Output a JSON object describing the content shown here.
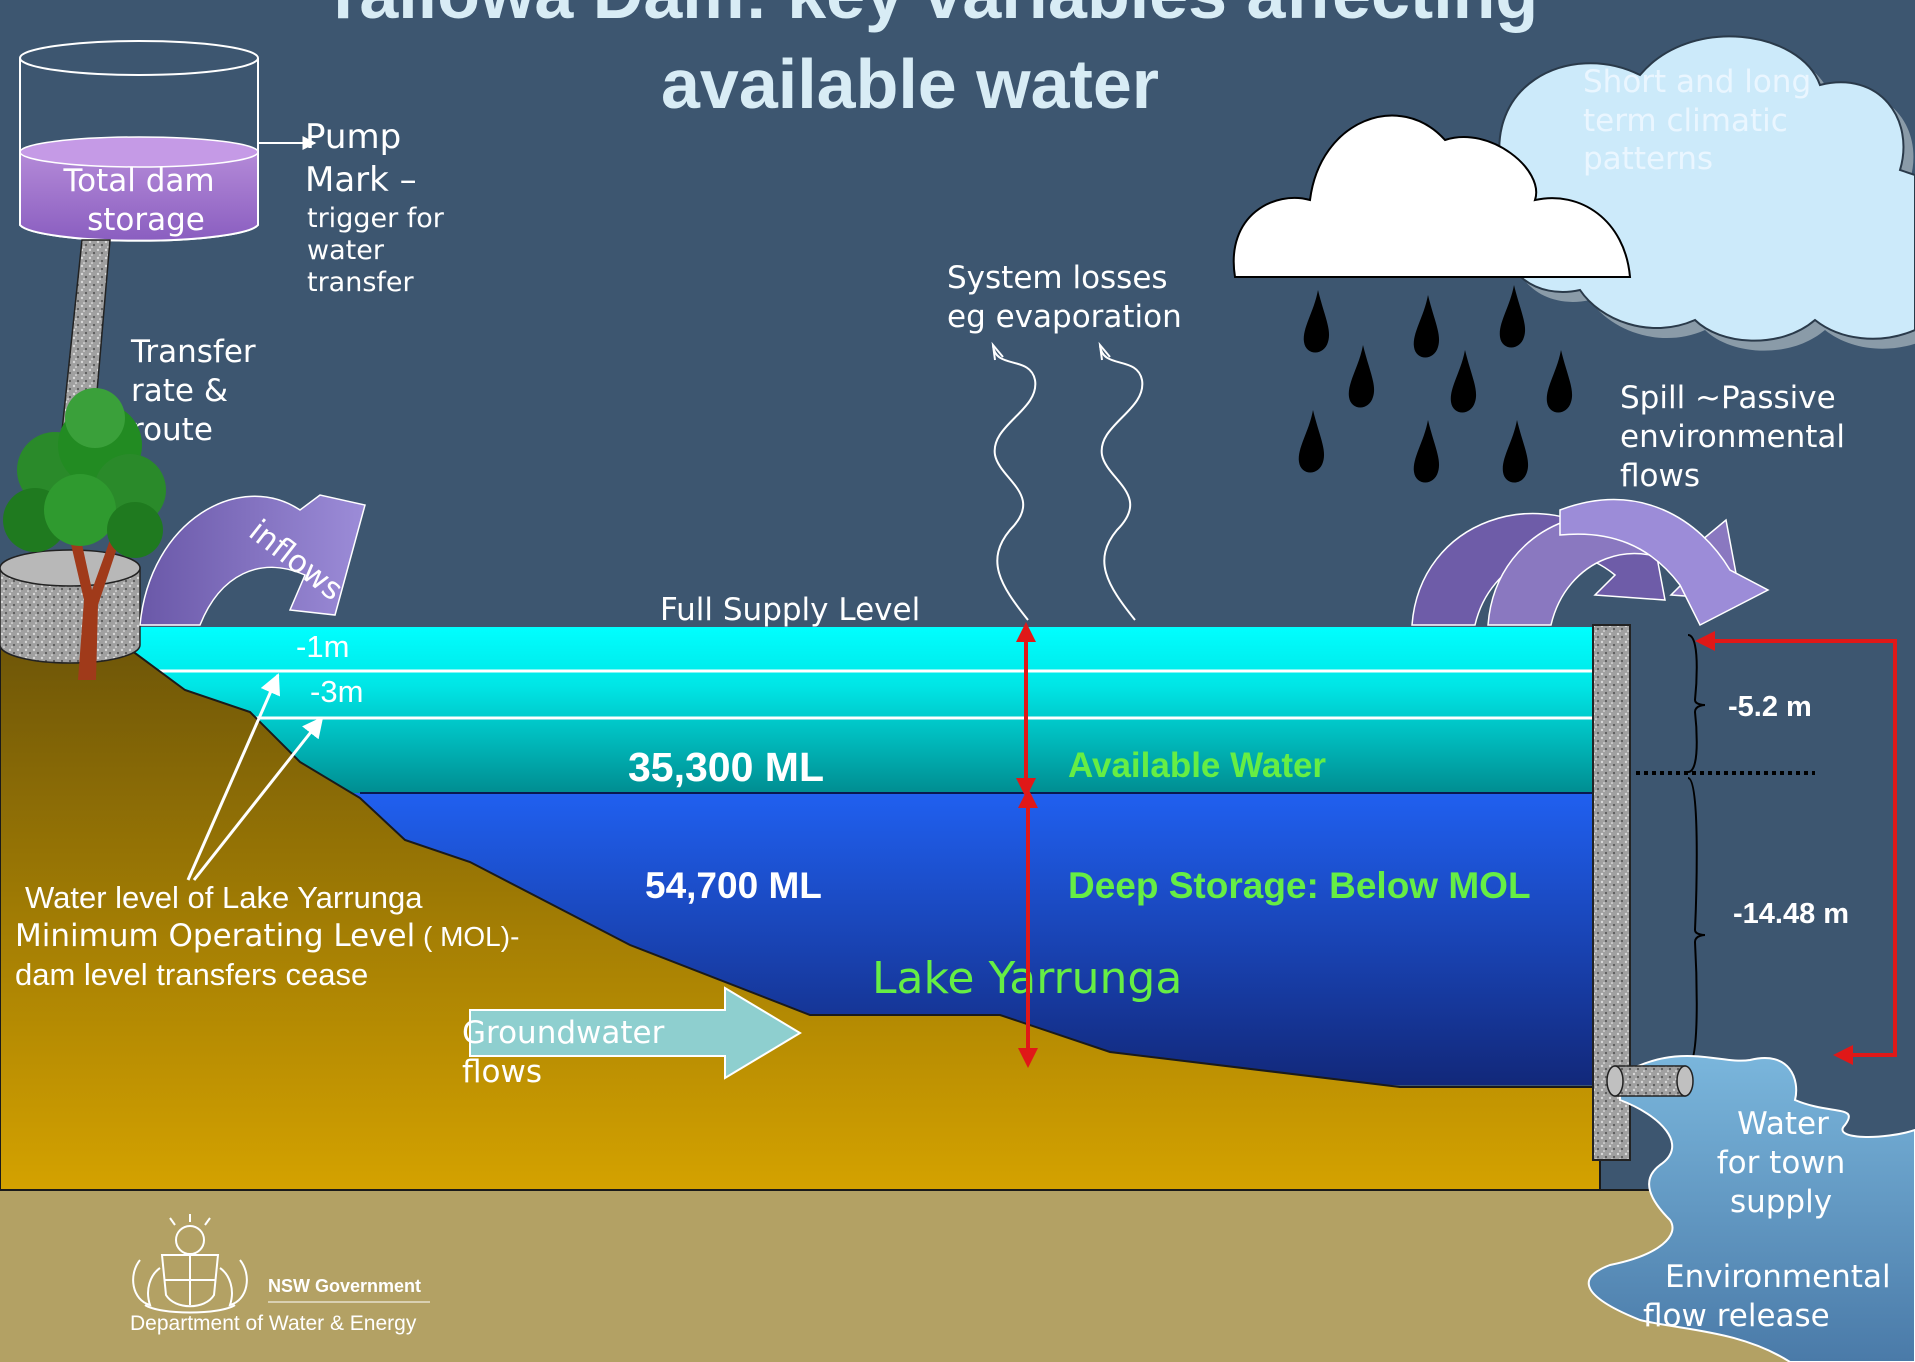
{
  "title": {
    "line1": "Tallowa Dam: key variables affecting",
    "line2": "available water"
  },
  "colors": {
    "background": "#3d5670",
    "water_available": "#00f5f5",
    "water_deep": "#1a48c0",
    "ground_slope": "#9a7412",
    "foreground": "#b3a164",
    "label_green": "#66ee44",
    "arrow_red": "#e01818",
    "flow_arrow_purple": "#7b6ab8",
    "groundwater_arrow": "#8ecfcf"
  },
  "storage": {
    "tank_label_line1": "Total dam",
    "tank_label_line2": "storage",
    "pump_mark_line1": "Pump",
    "pump_mark_line2": "Mark –",
    "pump_mark_sub1": "trigger for",
    "pump_mark_sub2": "water",
    "pump_mark_sub3": "transfer",
    "transfer_line1": "Transfer",
    "transfer_line2": "rate &",
    "transfer_line3": "route",
    "inflows": "inflows"
  },
  "climate": {
    "line1": "Short and long",
    "line2": "term climatic",
    "line3": "patterns"
  },
  "losses": {
    "line1": "System losses",
    "line2": "eg evaporation"
  },
  "spill": {
    "line1": "Spill ~Passive",
    "line2": "environmental",
    "line3": "flows"
  },
  "levels": {
    "full_supply": "Full Supply Level",
    "minus_1m": "-1m",
    "minus_3m": "-3m",
    "available_volume": "35,300 ML",
    "available_label": "Available Water",
    "deep_volume": "54,700 ML",
    "deep_label": "Deep Storage: Below MOL",
    "lake_name": "Lake Yarrunga",
    "depth_upper": "-5.2 m",
    "depth_lower": "-14.48 m"
  },
  "mol": {
    "line1": "Water level of Lake Yarrunga",
    "line2_main": "Minimum Operating Level",
    "line2_suffix": " ( MOL)-",
    "line3": "dam level transfers cease"
  },
  "groundwater": {
    "line1": "Groundwater",
    "line2": "flows"
  },
  "outlet": {
    "town_line1": "Water",
    "town_line2": "for town",
    "town_line3": "supply",
    "env_line1": "Environmental",
    "env_line2": "flow release"
  },
  "logo": {
    "org": "NSW Government",
    "dept": "Department of Water & Energy"
  }
}
